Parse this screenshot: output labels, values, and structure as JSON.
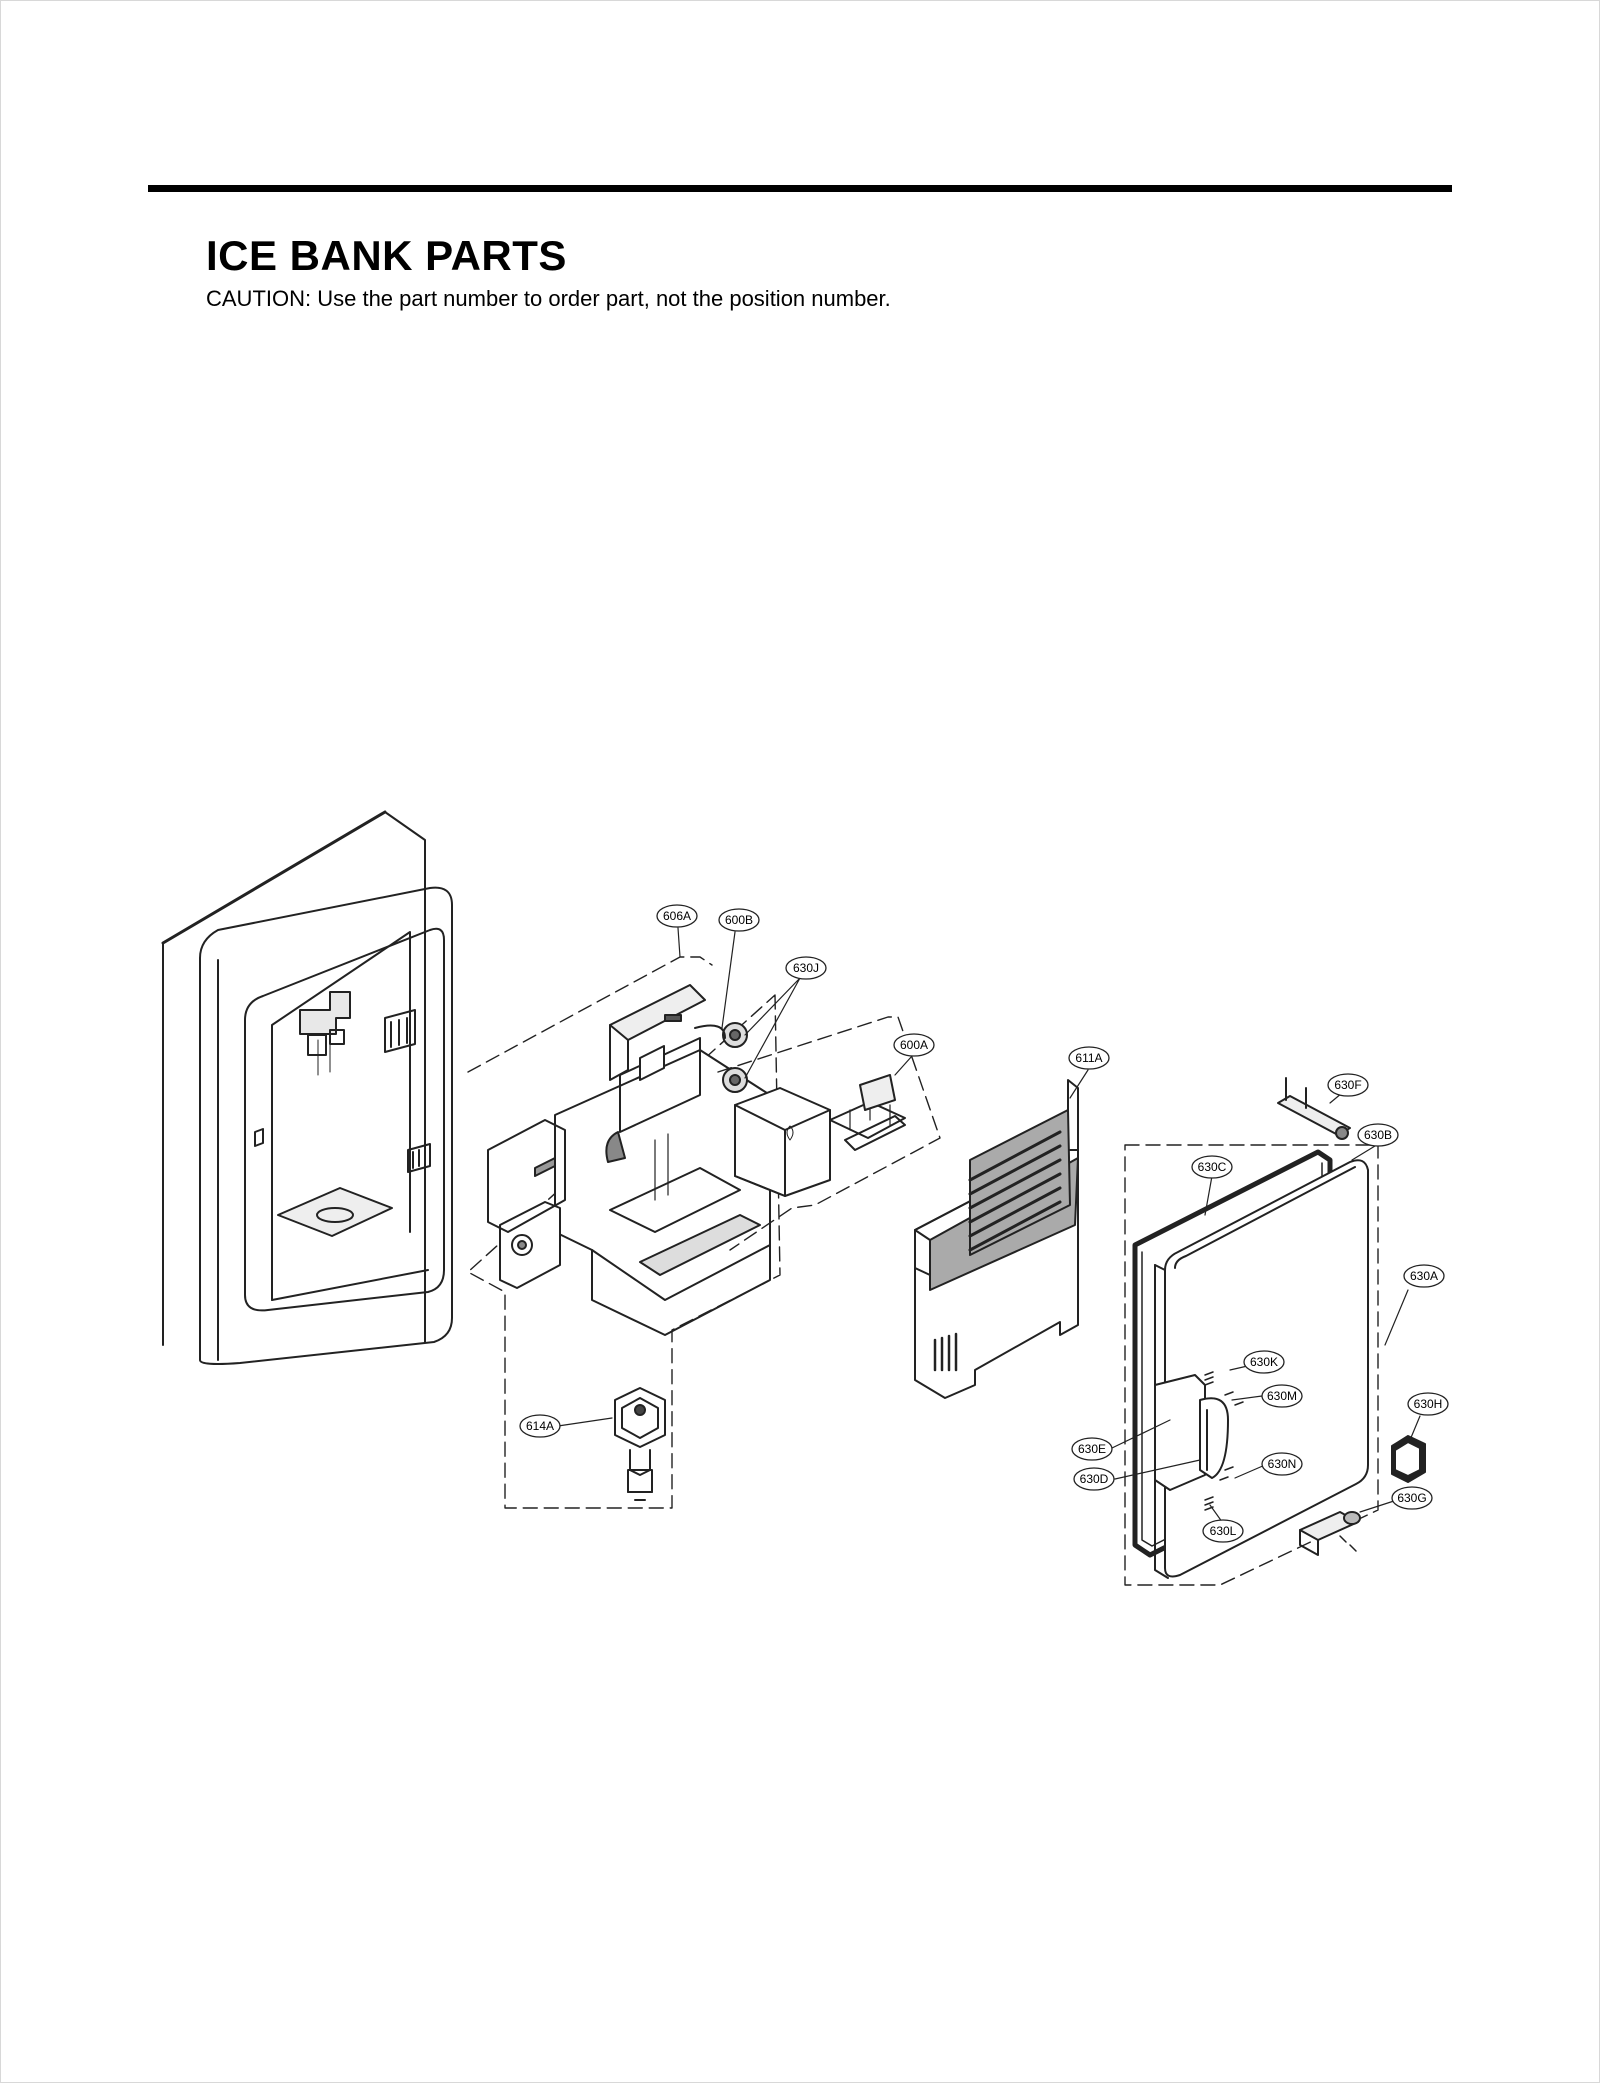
{
  "header": {
    "title": "ICE BANK PARTS",
    "caution": "CAUTION: Use the part number to order part, not the position number."
  },
  "callouts": {
    "c606A": "606A",
    "c600B": "600B",
    "c630J": "630J",
    "c600A": "600A",
    "c611A": "611A",
    "c630F": "630F",
    "c630B": "630B",
    "c630C": "630C",
    "c630A": "630A",
    "c630K": "630K",
    "c630M": "630M",
    "c630H": "630H",
    "c614A": "614A",
    "c630E": "630E",
    "c630D": "630D",
    "c630N": "630N",
    "c630G": "630G",
    "c630L": "630L"
  }
}
